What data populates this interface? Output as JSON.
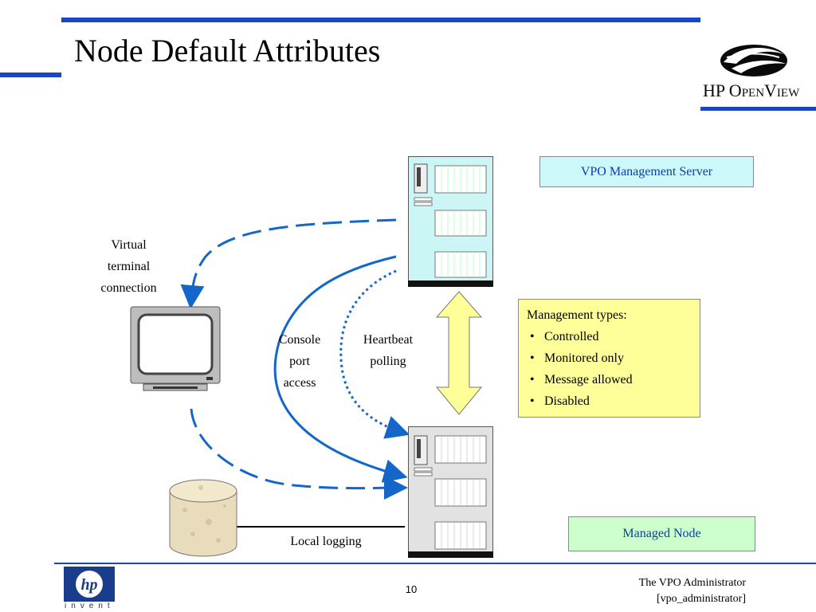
{
  "slide": {
    "title": "Node Default Attributes",
    "page_number": "10",
    "footer": {
      "line1": "The VPO Administrator",
      "line2": "[vpo_administrator]"
    },
    "logos": {
      "hp_openview": "HP OpenView",
      "hp_invent": "invent"
    }
  },
  "diagram": {
    "vpo_server_label": "VPO Management Server",
    "managed_node_label": "Managed Node",
    "virtual_terminal_lines": [
      "Virtual",
      "terminal",
      "connection"
    ],
    "console_lines": [
      "Console",
      "port",
      "access"
    ],
    "heartbeat_lines": [
      "Heartbeat",
      "polling"
    ],
    "local_logging": "Local logging",
    "management_types": {
      "heading": "Management types:",
      "items": [
        "Controlled",
        "Monitored only",
        "Message allowed",
        "Disabled"
      ]
    }
  },
  "colors": {
    "accent_blue": "#1846c4",
    "arrow_blue": "#1467c8",
    "server_fill": "#ccf5f5",
    "node_fill": "#e2e2e2",
    "vpo_box_fill": "#ccf7fb",
    "managed_box_fill": "#ccffcc",
    "types_box_fill": "#ffff99",
    "sync_arrow_fill": "#ffff99"
  }
}
